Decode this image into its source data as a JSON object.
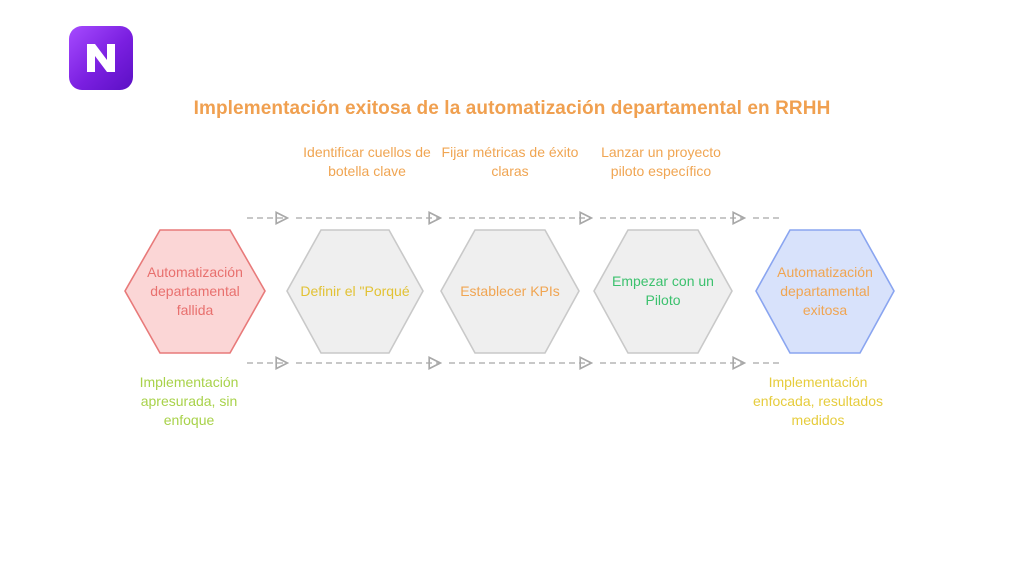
{
  "title": "Implementación exitosa de la automatización departamental en RRHH",
  "steps": [
    {
      "label": "Automatización departamental fallida",
      "top_note": "",
      "bottom_note": "Implementación apresurada, sin enfoque",
      "color": "#e87a7a",
      "fill": "#fbd6d6",
      "text_color": "#e8706e",
      "note_color": "#a8d24a"
    },
    {
      "label": "Definir el \"Porqué",
      "top_note": "Identificar cuellos de botella clave",
      "bottom_note": "",
      "color": "#c9c9c9",
      "fill": "#efefef",
      "text_color": "#e2c234"
    },
    {
      "label": "Establecer KPIs",
      "top_note": "Fijar métricas de éxito claras",
      "bottom_note": "",
      "color": "#c9c9c9",
      "fill": "#efefef",
      "text_color": "#f0a552"
    },
    {
      "label": "Empezar con un Piloto",
      "top_note": "Lanzar un proyecto piloto específico",
      "bottom_note": "",
      "color": "#c9c9c9",
      "fill": "#efefef",
      "text_color": "#3cc16e"
    },
    {
      "label": "Automatización departamental exitosa",
      "top_note": "",
      "bottom_note": "Implementación enfocada, resultados medidos",
      "color": "#8aa5f0",
      "fill": "#d8e2fb",
      "text_color": "#f0a552",
      "note_color": "#e6cc3c"
    }
  ]
}
